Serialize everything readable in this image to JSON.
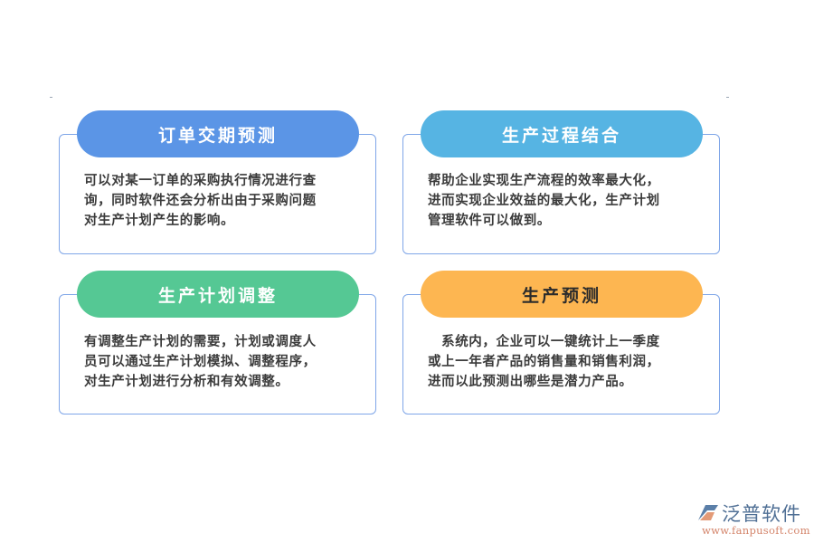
{
  "cards": [
    {
      "title": "订单交期预测",
      "color": "#5b95e6",
      "text_color": "#ffffff",
      "lines": [
        "可以对某一订单的采购执行情况进行查",
        "询，同时软件还会分析出由于采购问题",
        "对生产计划产生的影响。"
      ]
    },
    {
      "title": "生产过程结合",
      "color": "#56b4e3",
      "text_color": "#ffffff",
      "lines": [
        "帮助企业实现生产流程的效率最大化，",
        "进而实现企业效益的最大化，生产计划",
        "管理软件可以做到。"
      ]
    },
    {
      "title": "生产计划调整",
      "color": "#55c894",
      "text_color": "#ffffff",
      "lines": [
        "有调整生产计划的需要，计划或调度人",
        "员可以通过生产计划模拟、调整程序，",
        "对生产计划进行分析和有效调整。"
      ]
    },
    {
      "title": "生产预测",
      "color": "#fdb651",
      "text_color": "#2b2b2b",
      "lines": [
        "　系统内，企业可以一键统计上一季度",
        "或上一年者产品的销售量和销售利润，",
        "进而以此预测出哪些是潜力产品。"
      ]
    }
  ],
  "logo": {
    "name": "泛普软件",
    "url": "www.fanpusoft.com"
  }
}
